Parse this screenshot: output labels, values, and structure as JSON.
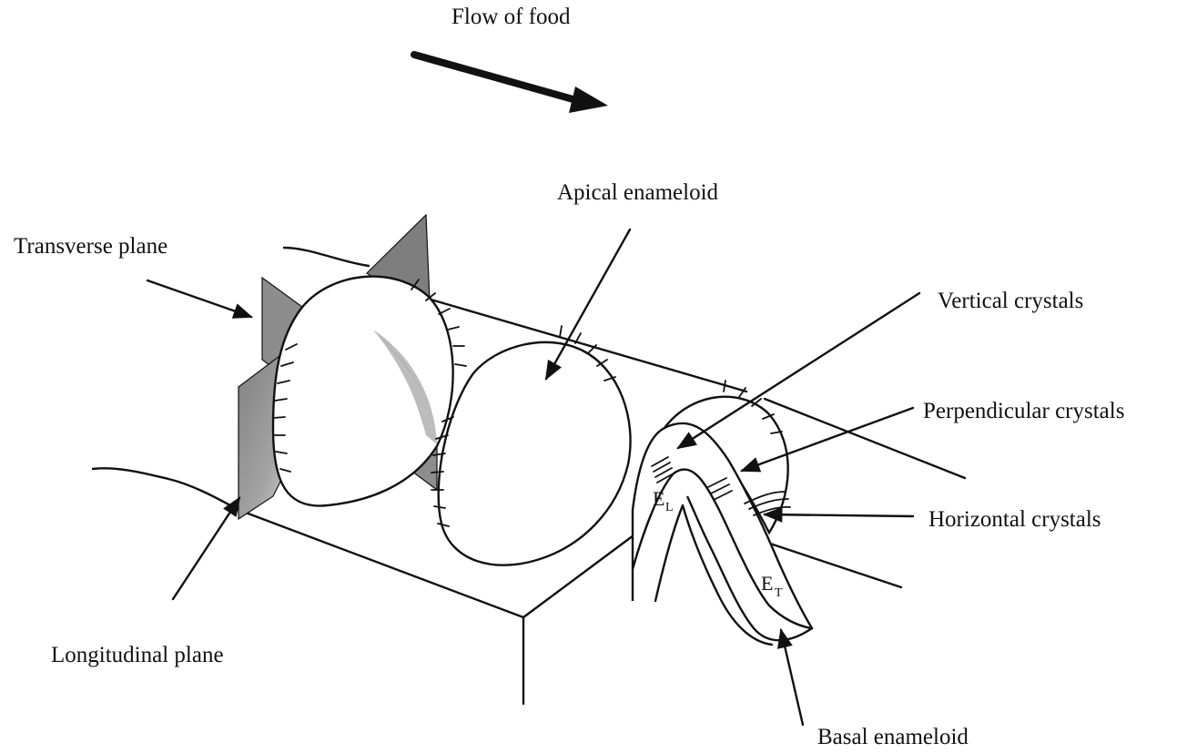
{
  "labels": {
    "flow": "Flow of food",
    "apical": "Apical enameloid",
    "transverse": "Transverse plane",
    "vertical": "Vertical crystals",
    "perpendicular": "Perpendicular crystals",
    "horizontal": "Horizontal crystals",
    "longitudinal": "Longitudinal plane",
    "basal": "Basal enameloid"
  },
  "symbols": {
    "el_main": "E",
    "el_sub": "L",
    "et_main": "E",
    "et_sub": "T"
  },
  "colors": {
    "ink": "#111111",
    "plane_fill": "#8c8c8c",
    "plane_light": "#d9d9d9",
    "background": "#ffffff"
  }
}
